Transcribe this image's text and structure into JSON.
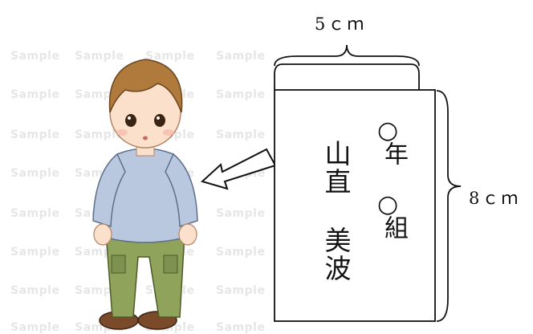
{
  "watermark": {
    "text": "Sample"
  },
  "dimensions": {
    "width_label": "5ｃｍ",
    "height_label": "8ｃｍ"
  },
  "name_tag": {
    "grade_circle": "○",
    "grade_suffix": "年",
    "class_circle": "○",
    "class_suffix": "組",
    "surname": "山直",
    "given_name": "美波"
  },
  "colors": {
    "outline": "#111111",
    "watermark": "#e6e6e6",
    "shirt": "#b9c8de",
    "pants": "#8fa35a",
    "hair": "#b07a3c",
    "skin": "#fbe1cc"
  },
  "icons": {
    "child": "child-illustration",
    "arrow": "outline-arrow-left"
  }
}
